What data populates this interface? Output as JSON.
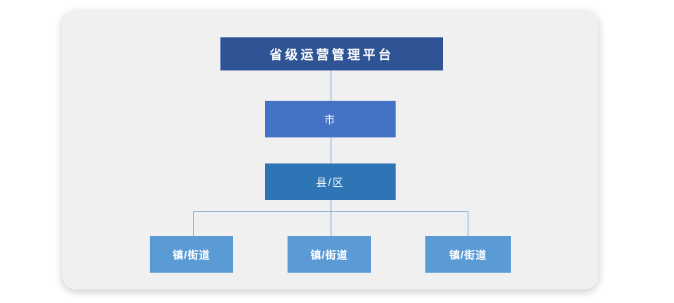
{
  "diagram": {
    "card_background": "#F0F0F0",
    "connector_color": "#5B9BD5",
    "nodes": {
      "provincial": {
        "label": "省级运营管理平台",
        "color": "#2F5496"
      },
      "city": {
        "label": "市",
        "color": "#4472C4"
      },
      "county": {
        "label": "县/区",
        "color": "#2E75B6"
      },
      "towns": [
        {
          "label": "镇/街道"
        },
        {
          "label": "镇/街道"
        },
        {
          "label": "镇/街道"
        }
      ],
      "town_color": "#5B9BD5"
    },
    "edges": [
      {
        "from": "provincial",
        "to": "city"
      },
      {
        "from": "city",
        "to": "county"
      },
      {
        "from": "county",
        "to": "town-1"
      },
      {
        "from": "county",
        "to": "town-2"
      },
      {
        "from": "county",
        "to": "town-3"
      }
    ]
  }
}
